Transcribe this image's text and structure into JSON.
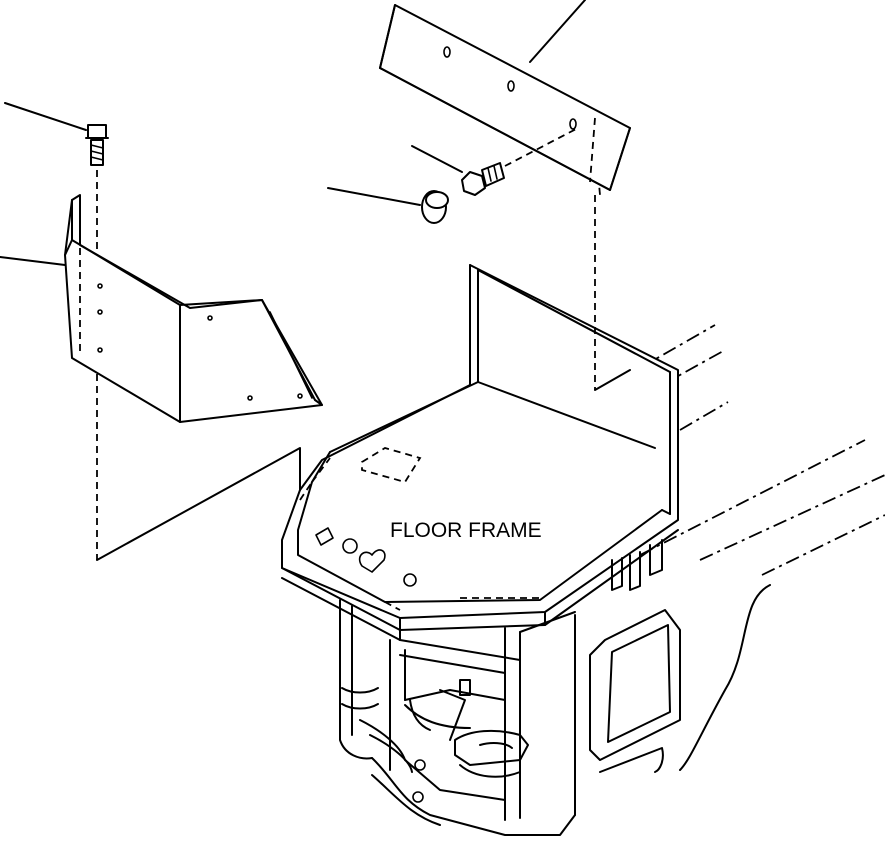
{
  "diagram": {
    "labels": {
      "floor_frame": "FLOOR FRAME"
    },
    "parts": [
      {
        "id": "pad",
        "icon": "rubber-pad"
      },
      {
        "id": "bolt-upper",
        "icon": "hex-bolt"
      },
      {
        "id": "bolt-lower",
        "icon": "hex-bolt"
      },
      {
        "id": "plug",
        "icon": "grommet-plug"
      },
      {
        "id": "cover",
        "icon": "angled-cover-plate"
      }
    ],
    "colors": {
      "line": "#000000",
      "background": "#ffffff"
    }
  }
}
